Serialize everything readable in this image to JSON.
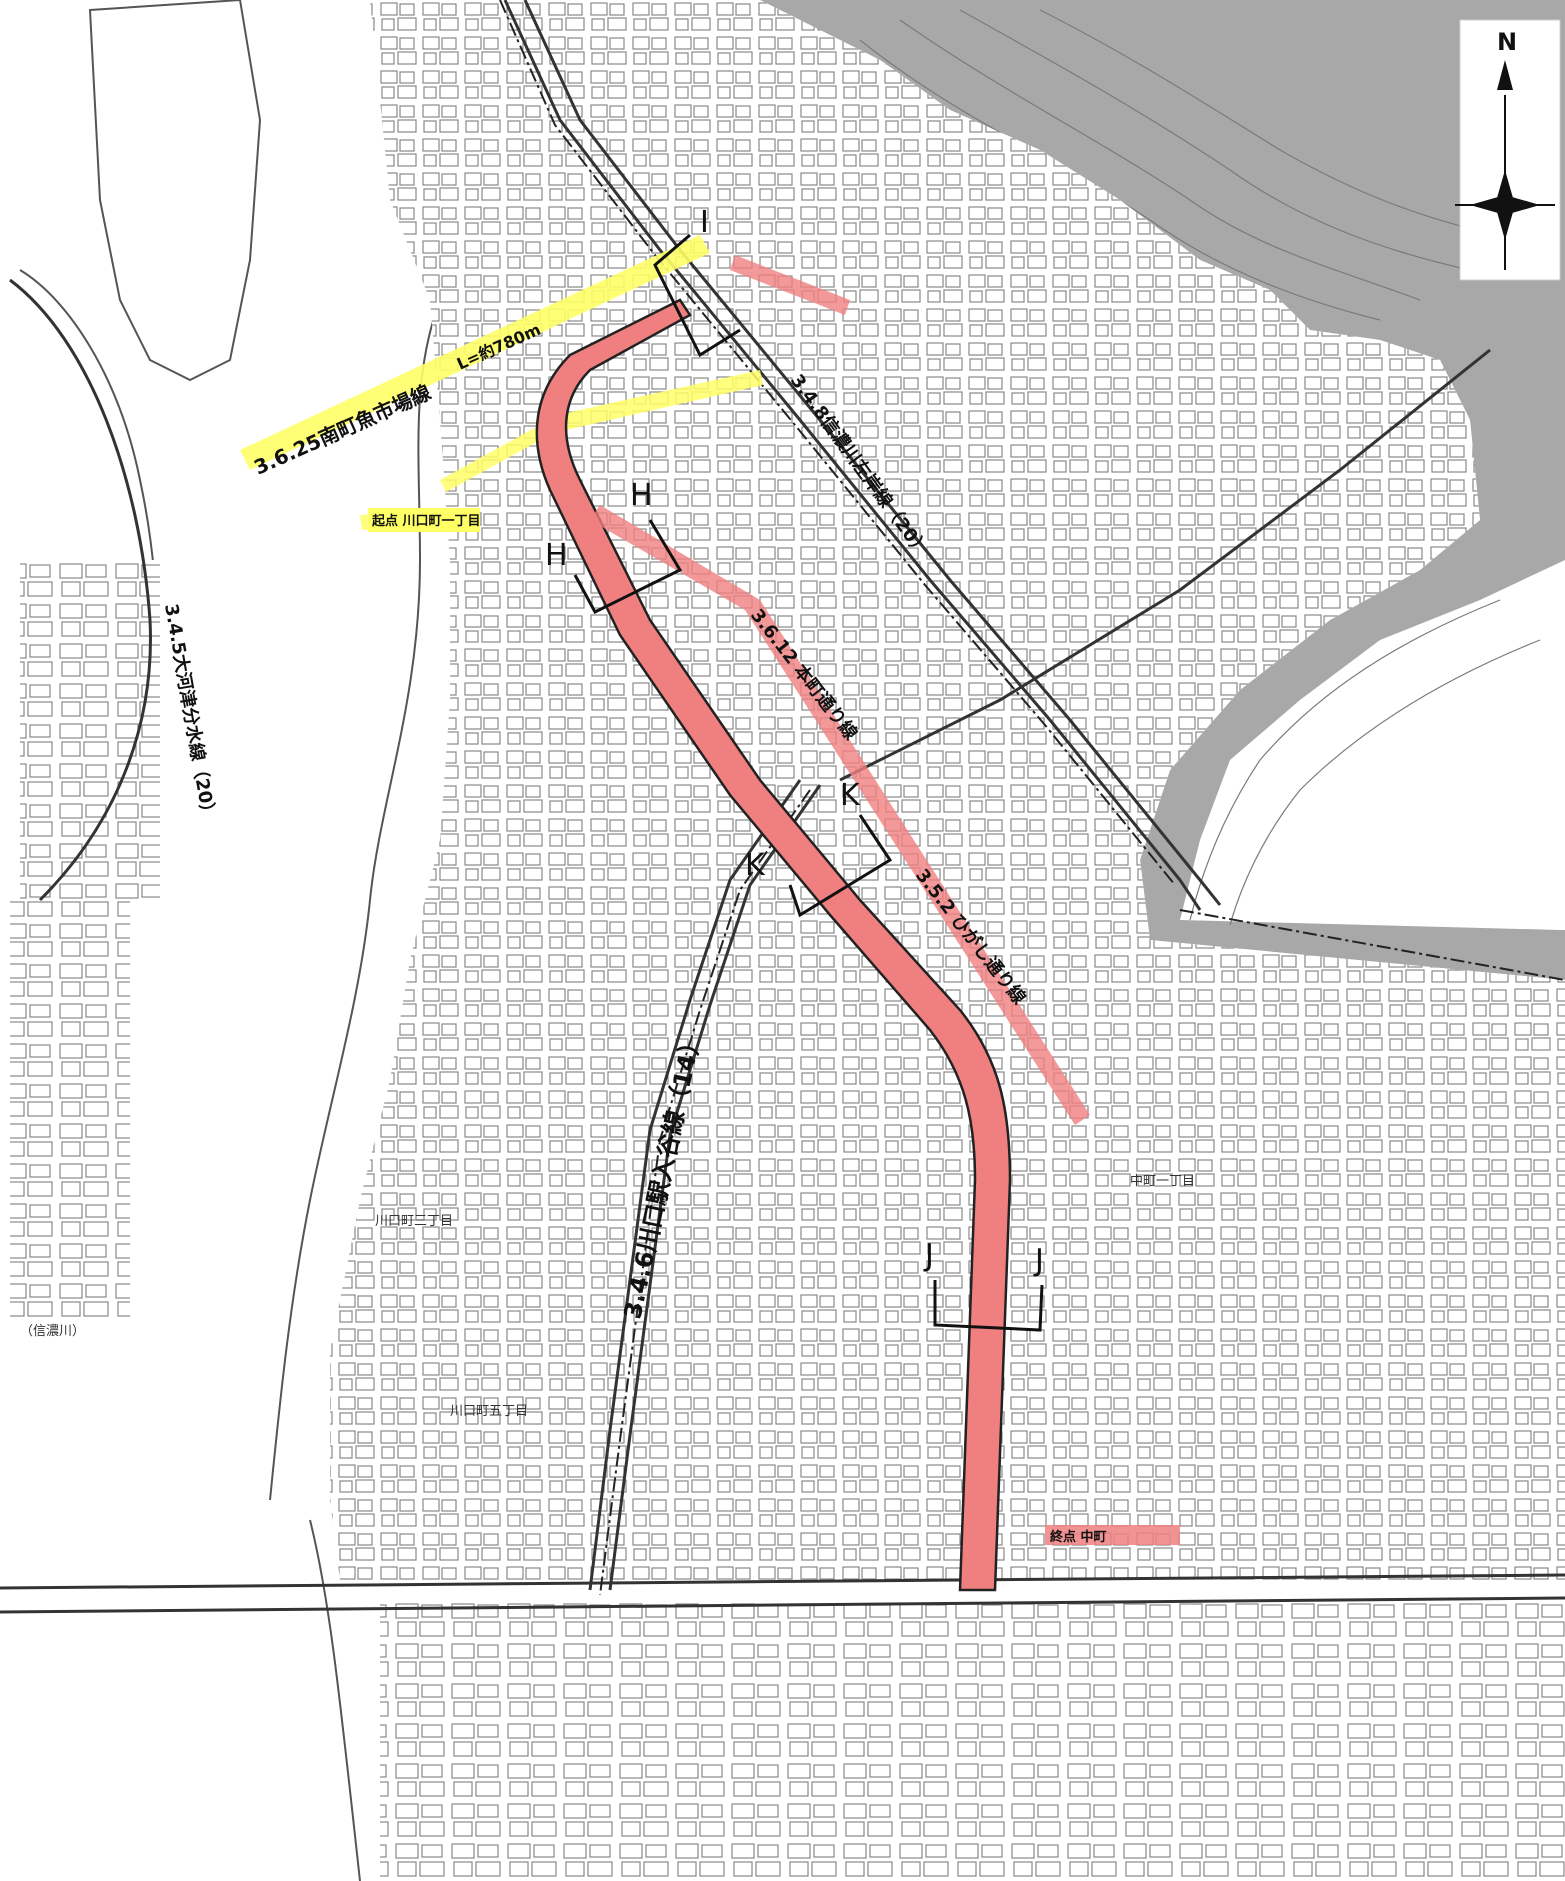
{
  "map": {
    "north_label": "N",
    "route_title": "3.6.25南町魚市場線",
    "route_length": "L=約780m",
    "start_point": "起点 川口町一丁目",
    "end_point": "終点 中町",
    "road_west": "3.4.6川口駅入谷線（14）",
    "road_east": "3.4.8信濃川左岸線（20）",
    "road_far_west": "3.4.5大河津分水線（20）",
    "road_branch": "3.5.2 ひがし通り線",
    "road_diagonal": "3.6.12 本町通り線",
    "area_label_1": "川口町三丁目",
    "area_label_2": "川口町五丁目",
    "area_label_3": "中町一丁目",
    "river_label": "（信濃川）",
    "sections": {
      "h_left": "H",
      "h_right": "H",
      "i_left": "I",
      "k_left": "K",
      "k_right": "K",
      "j_left": "J",
      "j_right": "J"
    },
    "colors": {
      "planned_route": "#f08080",
      "existing_route": "#ffff66",
      "terrain": "#999999",
      "roads": "#333333"
    }
  }
}
